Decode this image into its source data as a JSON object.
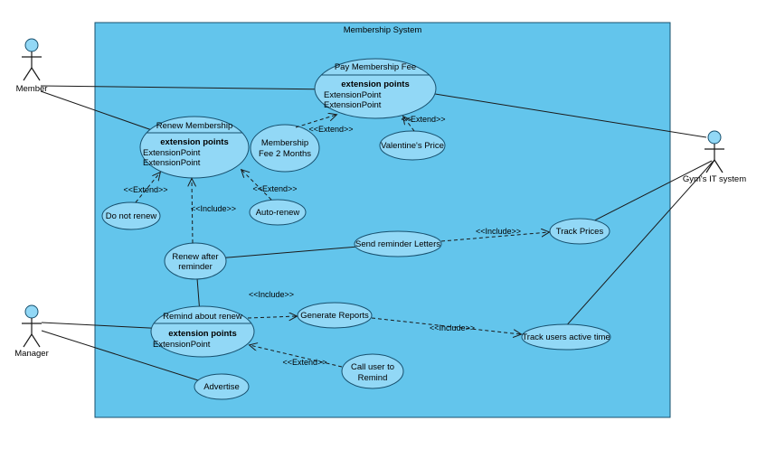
{
  "diagram": {
    "system_title": "Membership System",
    "actors": {
      "member": {
        "label": "Member"
      },
      "manager": {
        "label": "Manager"
      },
      "it_system": {
        "label": "Gym's IT system"
      }
    },
    "use_cases": {
      "pay_fee": {
        "title": "Pay Membership Fee",
        "extension_header": "extension points",
        "extension_point_1": "ExtensionPoint",
        "extension_point_2": "ExtensionPoint"
      },
      "renew_membership": {
        "title": "Renew Membership",
        "extension_header": "extension points",
        "extension_point_1": "ExtensionPoint",
        "extension_point_2": "ExtensionPoint"
      },
      "membership_fee_2_months": {
        "line1": "Membership",
        "line2": "Fee 2 Months"
      },
      "valentines_price": {
        "title": "Valentine's Price"
      },
      "do_not_renew": {
        "title": "Do not renew"
      },
      "auto_renew": {
        "title": "Auto-renew"
      },
      "renew_after_reminder": {
        "line1": "Renew after",
        "line2": "reminder"
      },
      "send_reminder_letters": {
        "title": "Send reminder Letters"
      },
      "track_prices": {
        "title": "Track Prices"
      },
      "remind_about_renew": {
        "title": "Remind about renew",
        "extension_header": "extension points",
        "extension_point_1": "ExtensionPoint"
      },
      "generate_reports": {
        "title": "Generate Reports"
      },
      "track_users_active_time": {
        "title": "Track users active time"
      },
      "call_user_to_remind": {
        "line1": "Call user to",
        "line2": "Remind"
      },
      "advertise": {
        "title": "Advertise"
      }
    },
    "stereotypes": {
      "extend": "<<Extend>>",
      "include": "<<Include>>"
    },
    "colors": {
      "system_fill": "#63c5ec",
      "ellipse_fill": "#92d8f6",
      "border": "#17506e"
    }
  }
}
